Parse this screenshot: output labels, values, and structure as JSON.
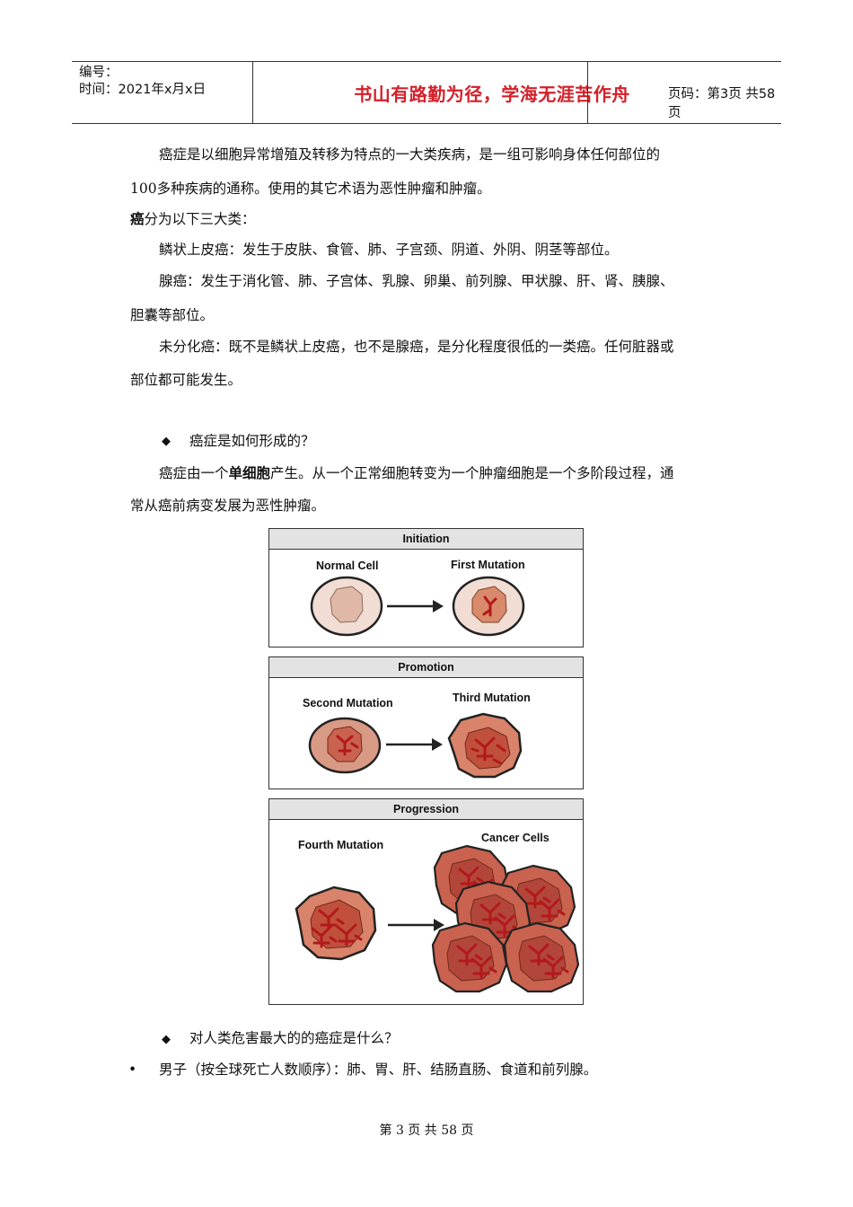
{
  "header": {
    "number_label": "编号：",
    "time_label": "时间：2021年x月x日",
    "motto": "书山有路勤为径，学海无涯苦作舟",
    "page_label": "页码：第3页  共58页"
  },
  "body": {
    "p1_line1": "癌症是以细胞异常增殖及转移为特点的一大类疾病，是一组可影响身体任何部位的",
    "p1_line2": "100多种疾病的通称。使用的其它术语为恶性肿瘤和肿瘤。",
    "p2_bold": "癌",
    "p2_rest": "分为以下三大类：",
    "p3": "鳞状上皮癌：发生于皮肤、食管、肺、子宫颈、阴道、外阴、阴茎等部位。",
    "p4_line1": "腺癌：发生于消化管、肺、子宫体、乳腺、卵巢、前列腺、甲状腺、肝、肾、胰腺、",
    "p4_line2": "胆囊等部位。",
    "p5_line1": "未分化癌：既不是鳞状上皮癌，也不是腺癌，是分化程度很低的一类癌。任何脏器或",
    "p5_line2": "部位都可能发生。",
    "q1_bullet": "◆",
    "q1": "癌症是如何形成的？",
    "p6_pre": "癌症由一个",
    "p6_bold": "单细胞",
    "p6_post": "产生。从一个正常细胞转变为一个肿瘤细胞是一个多阶段过程，通",
    "p6_line2": "常从癌前病变发展为恶性肿瘤。",
    "q2_bullet": "◆",
    "q2": "对人类危害最大的的癌症是什么？",
    "li1_bullet": "•",
    "li1": "男子（按全球死亡人数顺序）：肺、胃、肝、结肠直肠、食道和前列腺。"
  },
  "figure": {
    "initiation": {
      "title": "Initiation",
      "left_label": "Normal Cell",
      "right_label": "First Mutation"
    },
    "promotion": {
      "title": "Promotion",
      "left_label": "Second Mutation",
      "right_label": "Third Mutation"
    },
    "progression": {
      "title": "Progression",
      "left_label": "Fourth Mutation",
      "right_label": "Cancer Cells"
    }
  },
  "footer": {
    "page_text": "第 3 页 共 58 页"
  },
  "colors": {
    "motto_red": "#d4202a",
    "cell_pale": "#f1ddd3",
    "cell_tumor": "#c9624e",
    "chromosome": "#b3191b"
  }
}
